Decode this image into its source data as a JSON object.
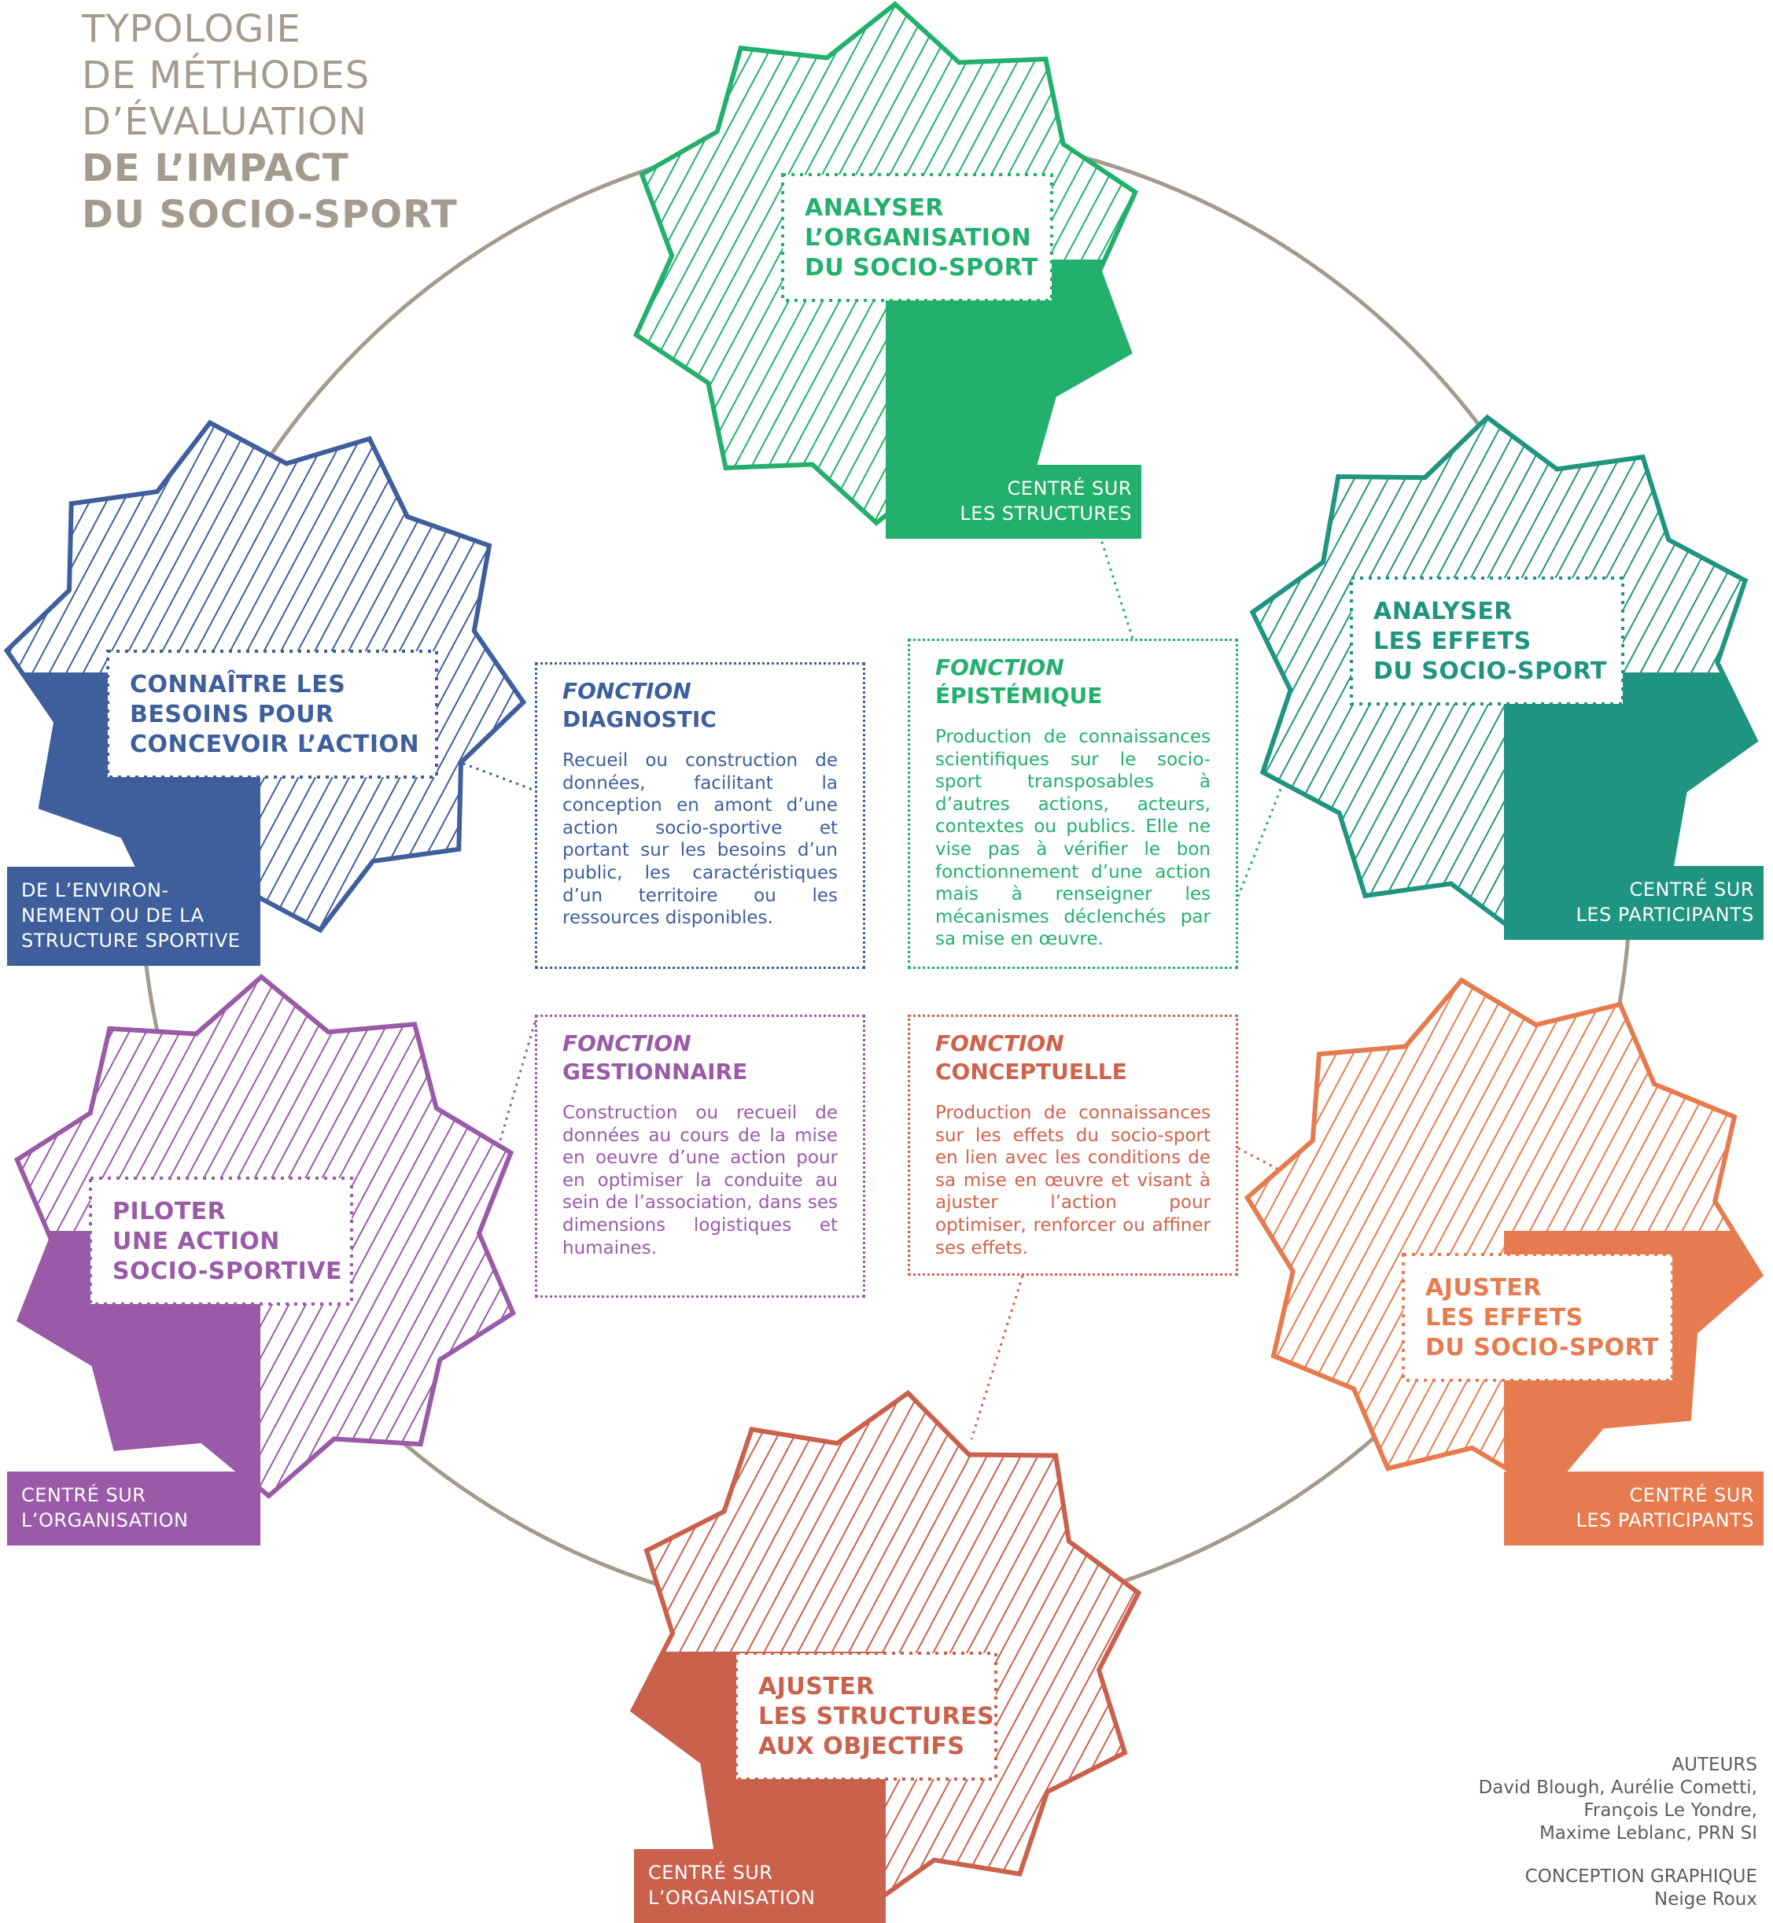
{
  "title": {
    "lines": [
      "TYPOLOGIE",
      "DE MÉTHODES",
      "D’ÉVALUATION"
    ],
    "bold_lines": [
      "DE L’IMPACT",
      "DU SOCIO-SPORT"
    ]
  },
  "methods": [
    {
      "id": "top",
      "color": "#22b06c",
      "title": [
        "ANALYSER",
        "L’ORGANISATION",
        "DU SOCIO-SPORT"
      ],
      "tag": [
        "CENTRÉ SUR",
        "LES STRUCTURES"
      ]
    },
    {
      "id": "upper-left",
      "color": "#3e5f9c",
      "title": [
        "CONNAÎTRE LES",
        "BESOINS POUR",
        "CONCEVOIR L’ACTION"
      ],
      "tag": [
        "DE L’ENVIRON-",
        "NEMENT OU DE LA",
        "STRUCTURE SPORTIVE"
      ]
    },
    {
      "id": "upper-right",
      "color": "#1f9480",
      "title": [
        "ANALYSER",
        "LES EFFETS",
        "DU SOCIO-SPORT"
      ],
      "tag": [
        "CENTRÉ SUR",
        "LES PARTICIPANTS"
      ]
    },
    {
      "id": "lower-left",
      "color": "#9a5aa8",
      "title": [
        "PILOTER",
        "UNE ACTION",
        "SOCIO-SPORTIVE"
      ],
      "tag": [
        "CENTRÉ SUR",
        "L’ORGANISATION"
      ]
    },
    {
      "id": "lower-right",
      "color": "#e57b4f",
      "title": [
        "AJUSTER",
        "LES EFFETS",
        "DU SOCIO-SPORT"
      ],
      "tag": [
        "CENTRÉ SUR",
        "LES PARTICIPANTS"
      ]
    },
    {
      "id": "bottom",
      "color": "#c9614c",
      "title": [
        "AJUSTER",
        "LES STRUCTURES",
        "AUX OBJECTIFS"
      ],
      "tag": [
        "CENTRÉ SUR",
        "L’ORGANISATION"
      ]
    }
  ],
  "functions": {
    "diagnostic": {
      "label": "FONCTION",
      "name": "DIAGNOSTIC",
      "color": "#3e5f9c",
      "text": "Recueil ou construction de données, facilitant la conception en amont d’une action socio-sportive et portant sur les besoins d’un public, les caractéristiques d’un territoire ou les ressources disponibles."
    },
    "epistemique": {
      "label": "FONCTION",
      "name": "ÉPISTÉMIQUE",
      "color": "#22b06c",
      "text": "Production de connaissances scientifiques sur le socio-sport transposables à d’autres actions, acteurs, contextes ou publics. Elle ne vise pas à vérifier le bon fonctionnement d’une action mais à renseigner les mécanismes déclenchés par sa mise en œuvre."
    },
    "gestionnaire": {
      "label": "FONCTION",
      "name": "GESTIONNAIRE",
      "color": "#9a5aa8",
      "text": "Construction ou recueil de données au cours de la mise en oeuvre d’une action pour en optimiser la conduite au sein de l’association, dans ses dimensions logistiques et humaines."
    },
    "conceptuelle": {
      "label": "FONCTION",
      "name": "CONCEPTUELLE",
      "color": "#d0624c",
      "text": "Production de connaissances sur les effets du socio-sport en lien avec les conditions de sa mise en œuvre et visant à ajuster l’action pour optimiser, renforcer ou affiner ses effets."
    }
  },
  "credits": {
    "authors_label": "AUTEURS",
    "authors": [
      "David Blough, Aurélie Cometti,",
      "François Le Yondre,",
      "Maxime Leblanc, PRN SI"
    ],
    "design_label": "CONCEPTION GRAPHIQUE",
    "designer": "Neige Roux"
  },
  "colors": {
    "circle": "#a49b8f",
    "title": "#a49b8f"
  }
}
